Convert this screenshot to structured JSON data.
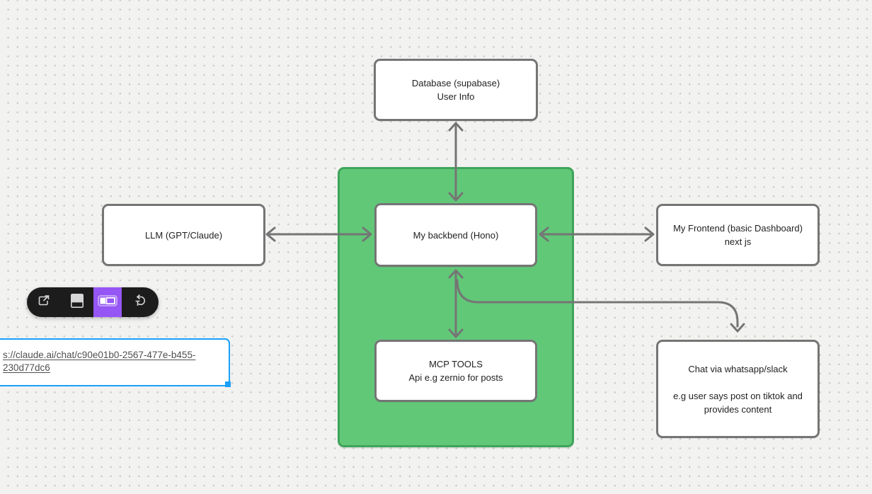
{
  "app": {
    "type": "whiteboard-canvas",
    "background": "#f2f2f1",
    "dot_color": "#c9c9c9"
  },
  "diagram": {
    "container": {
      "fill": "#61c878",
      "border": "#3fa45a"
    },
    "connector_color": "#757575",
    "nodes": {
      "database": {
        "line1": "Database (supabase)",
        "line2": "User Info"
      },
      "llm": {
        "line1": "LLM (GPT/Claude)"
      },
      "backend": {
        "line1": "My backbend (Hono)"
      },
      "frontend": {
        "line1": "My Frontend (basic Dashboard)",
        "line2": "next js"
      },
      "mcp": {
        "line1": "MCP TOOLS",
        "line2": "Api e.g zernio for posts"
      },
      "chat": {
        "line1": "Chat via whatsapp/slack",
        "line2": "e.g user says post on tiktok and provides content"
      }
    },
    "connections": [
      "database <-> backend",
      "llm <-> backend",
      "backend <-> frontend",
      "backend <-> mcp",
      "backend -> chat"
    ]
  },
  "toolbar": {
    "background": "#1c1c1c",
    "active_background": "#9656f5",
    "icons": [
      "open-link-icon",
      "card-preview-icon",
      "inline-link-chip-icon",
      "revert-to-text-icon"
    ],
    "active_icon": "inline-link-chip-icon"
  },
  "link_card": {
    "url_line1": "s://claude.ai/chat/c90e01b0-2567-477e-b455-",
    "url_line2": "230d77dc6",
    "selection_color": "#18a0fb"
  }
}
